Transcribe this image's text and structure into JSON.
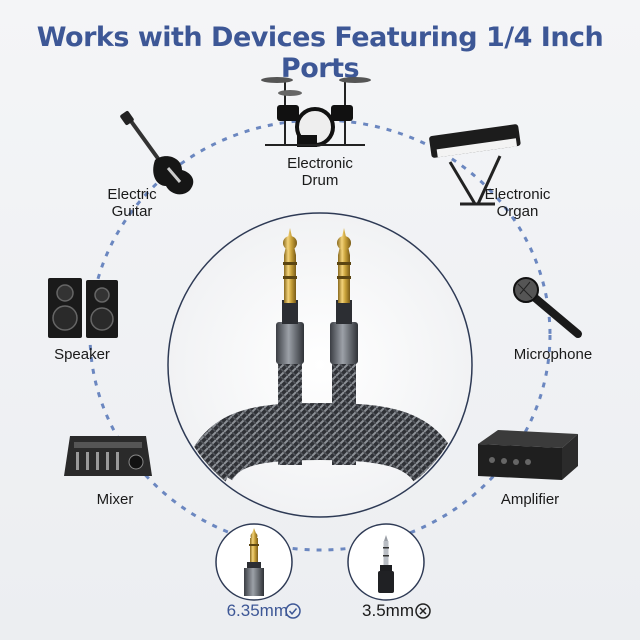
{
  "title": "Works with Devices Featuring 1/4 Inch Ports",
  "devices": {
    "electric_guitar": "Electric\nGuitar",
    "electronic_drum": "Electronic\nDrum",
    "electronic_organ": "Electronic\nOrgan",
    "speaker": "Speaker",
    "microphone": "Microphone",
    "mixer": "Mixer",
    "amplifier": "Amplifier"
  },
  "connectors": {
    "large": {
      "label": "6.35mm",
      "status_icon": "check-circle-icon"
    },
    "small": {
      "label": "3.5mm",
      "status_icon": "x-circle-icon"
    }
  },
  "colors": {
    "title": "#3d5796",
    "accent_blue": "#3d5796",
    "gold": "#c9a23a",
    "dashed_ring": "#6b87c0"
  }
}
